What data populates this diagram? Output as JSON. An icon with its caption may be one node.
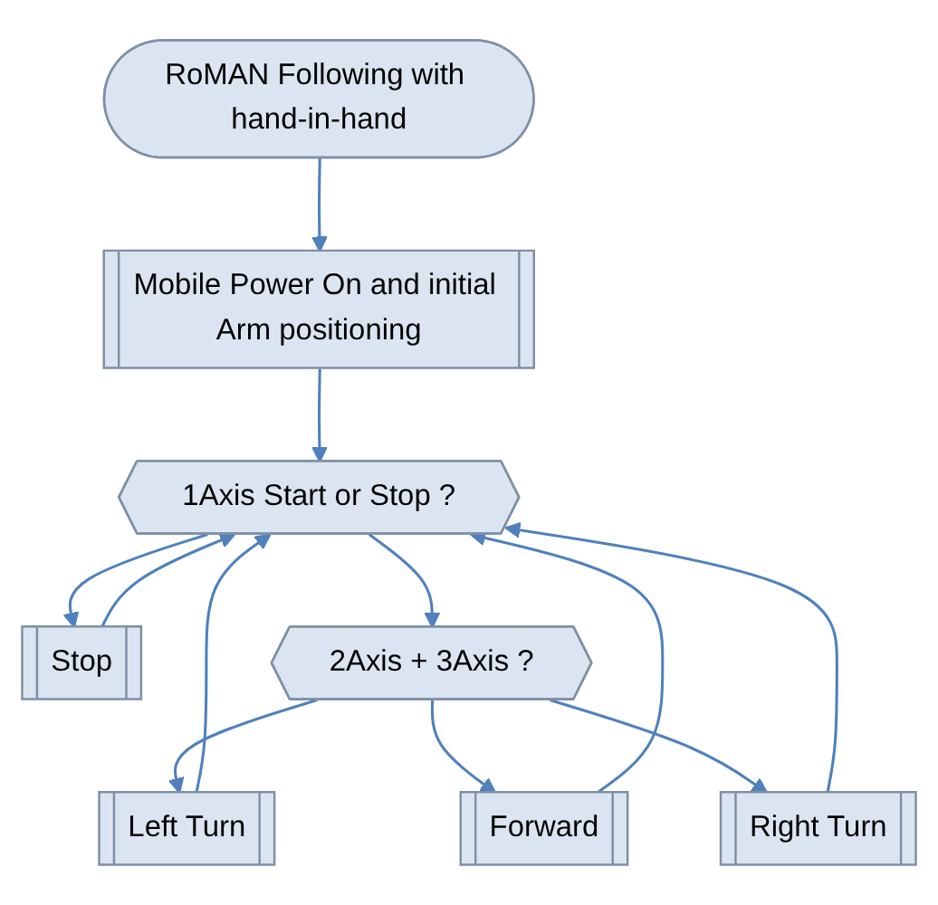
{
  "diagram": {
    "nodes": [
      {
        "text": [
          "RoMAN Following with hand-in-hand"
        ]
      },
      {
        "text": [
          "Mobile Power On and initial Arm positioning"
        ]
      },
      {
        "text": [
          "1Axis Start or Stop ?"
        ]
      },
      {
        "text": [
          "Stop"
        ]
      },
      {
        "text": [
          "2Axis + 3Axis ?"
        ]
      },
      {
        "text": [
          "Left Turn"
        ]
      },
      {
        "text": [
          "Forward"
        ]
      },
      {
        "text": [
          "Right Turn"
        ]
      }
    ],
    "edges": [
      {
        "from": 0,
        "to": 1,
        "arrow": "to"
      },
      {
        "from": 1,
        "to": 2,
        "arrow": "to"
      },
      {
        "from": 2,
        "to": 3,
        "arrow": "to"
      },
      {
        "from": 3,
        "to": 2,
        "arrow": "to"
      },
      {
        "from": 2,
        "to": 4,
        "arrow": "to"
      },
      {
        "from": 4,
        "to": 5,
        "arrow": "to"
      },
      {
        "from": 4,
        "to": 6,
        "arrow": "to"
      },
      {
        "from": 4,
        "to": 7,
        "arrow": "to"
      },
      {
        "from": 5,
        "to": 2,
        "arrow": "to"
      },
      {
        "from": 6,
        "to": 2,
        "arrow": "to"
      },
      {
        "from": 7,
        "to": 2,
        "arrow": "to"
      }
    ]
  }
}
